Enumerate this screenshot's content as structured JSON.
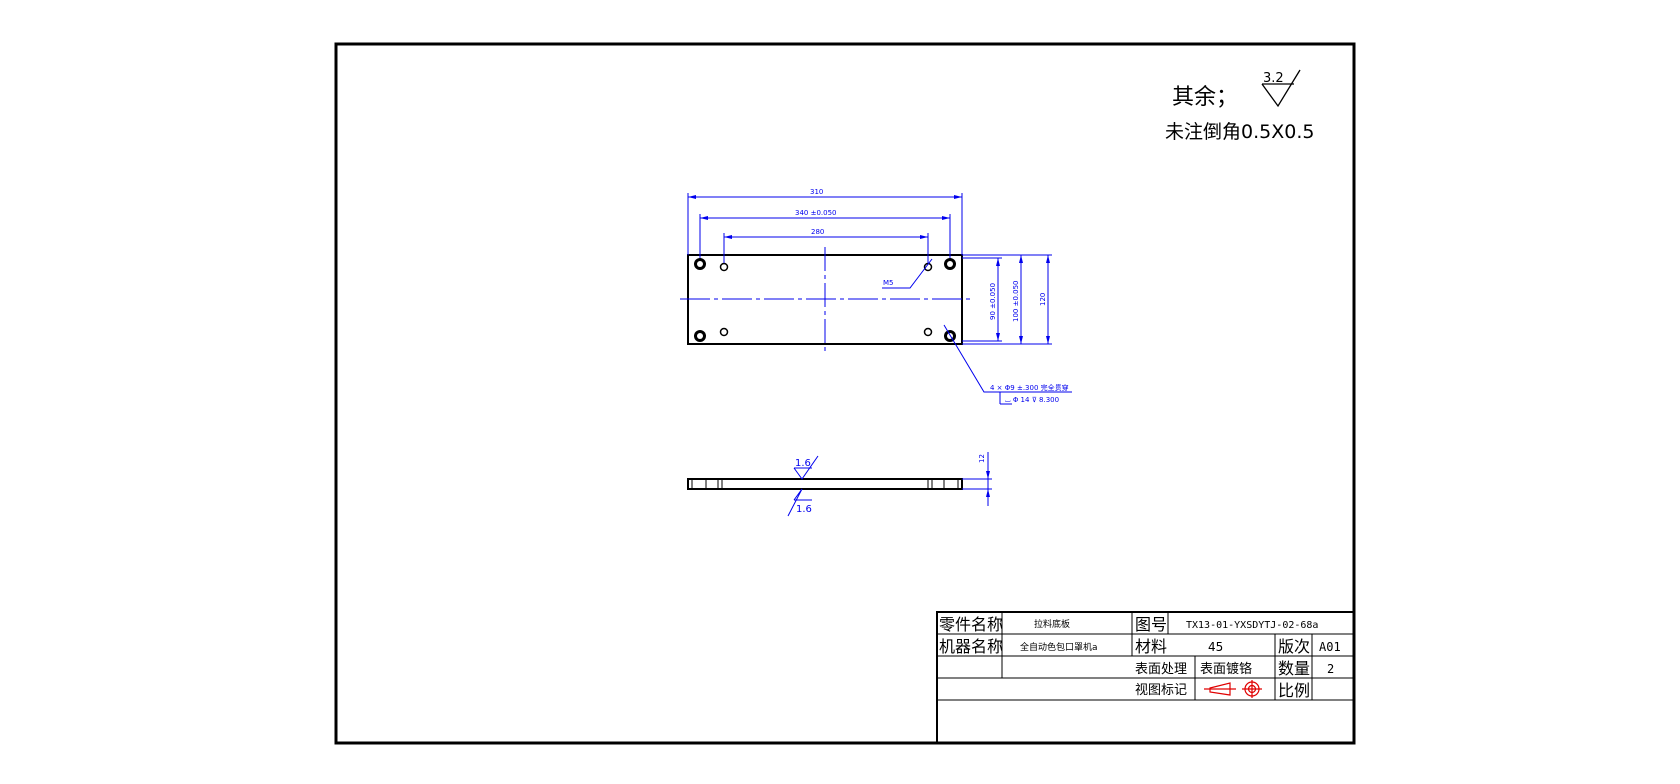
{
  "notes": {
    "remaining_label": "其余；",
    "remaining_roughness": "3.2",
    "chamfer_note": "未注倒角0.5X0.5"
  },
  "dimensions": {
    "overall_length": "310",
    "hole_span": "340 ±0.050",
    "inner_span": "280",
    "tap_label": "M5",
    "height_90": "90 ±0.050",
    "height_100": "100 ±0.050",
    "overall_height": "120",
    "hole_callout_1": "4 × Φ9 ±.300 完全贯穿",
    "hole_callout_2": "⌴ Φ 14 ⊽ 8.300",
    "thickness": "12",
    "roughness_top": "1.6",
    "roughness_bottom": "1.6"
  },
  "title_block": {
    "part_name_label": "零件名称",
    "part_name_value": "拉料底板",
    "drawing_no_label": "图号",
    "drawing_no_value": "TX13-01-YXSDYTJ-02-68a",
    "machine_name_label": "机器名称",
    "machine_name_value": "全自动色包口罩机a",
    "material_label": "材料",
    "material_value": "45",
    "revision_label": "版次",
    "revision_value": "A01",
    "surface_treatment_label": "表面处理",
    "surface_treatment_value": "表面镀铬",
    "quantity_label": "数量",
    "quantity_value": "2",
    "view_mark_label": "视图标记",
    "scale_label": "比例",
    "scale_value": ""
  },
  "colors": {
    "dimension": "#0000ee",
    "outline": "#000000"
  }
}
